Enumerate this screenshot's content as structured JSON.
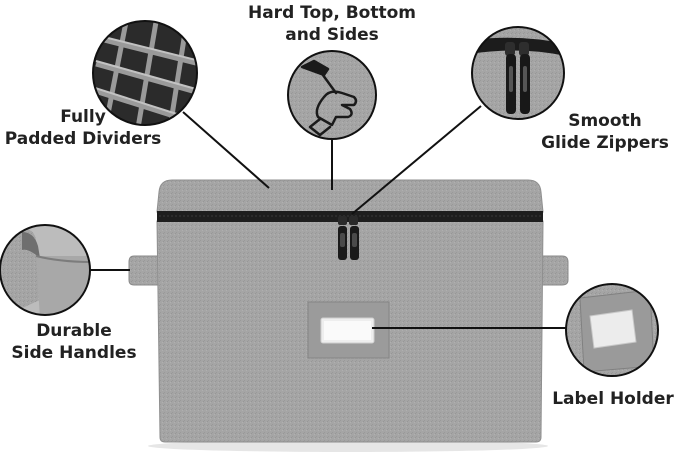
{
  "features": [
    {
      "id": "dividers",
      "lines": [
        "Fully",
        "Padded Dividers"
      ],
      "icon": "dividers-closeup"
    },
    {
      "id": "hard-top",
      "lines": [
        "Hard Top, Bottom",
        "and Sides"
      ],
      "icon": "hammer-hand-icon"
    },
    {
      "id": "zippers",
      "lines": [
        "Smooth",
        "Glide Zippers"
      ],
      "icon": "zipper-closeup"
    },
    {
      "id": "handles",
      "lines": [
        "Durable",
        "Side Handles"
      ],
      "icon": "handle-closeup"
    },
    {
      "id": "label-holder",
      "lines": [
        "Label Holder"
      ],
      "icon": "label-holder-closeup"
    }
  ],
  "colors": {
    "fabric": "#a3a3a3",
    "fabric_dark": "#8f8f8f",
    "zipper": "#1c1c1c",
    "text": "#222222",
    "callout_line": "#111111"
  }
}
